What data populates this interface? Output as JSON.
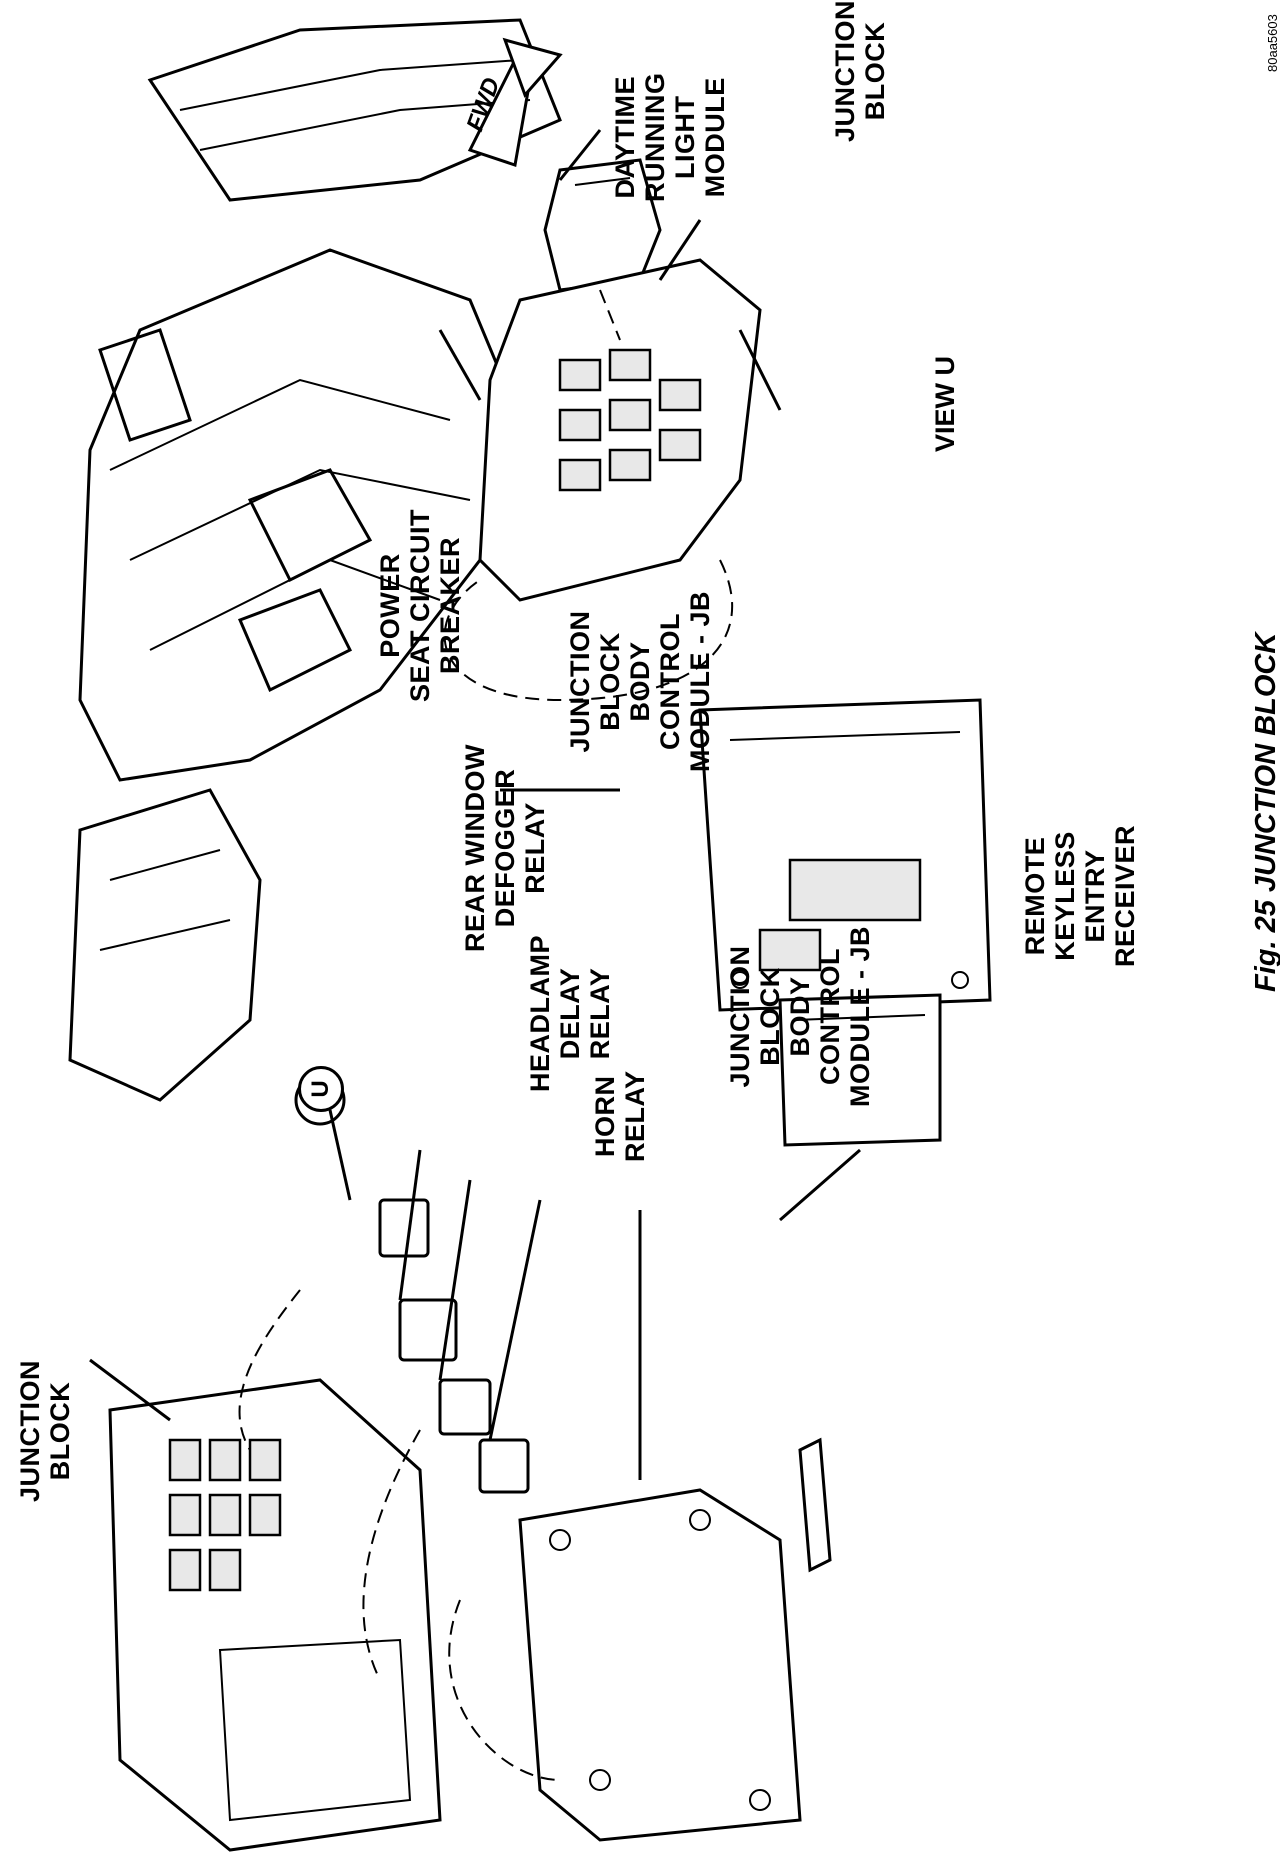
{
  "figure": {
    "caption": "Fig. 25 JUNCTION BLOCK",
    "image_code": "80aa5603",
    "view_label": "VIEW U",
    "fwd_label": "FWD",
    "callout_letter": "U"
  },
  "labels": {
    "junction_block_top": [
      "JUNCTION",
      "BLOCK"
    ],
    "daytime_running_light_module": [
      "DAYTIME",
      "RUNNING",
      "LIGHT",
      "MODULE"
    ],
    "junction_block_left": [
      "JUNCTION",
      "BLOCK"
    ],
    "power_seat_circuit_breaker": [
      "POWER",
      "SEAT CIRCUIT",
      "BREAKER"
    ],
    "rear_window_defogger_relay": [
      "REAR WINDOW",
      "DEFOGGER",
      "RELAY"
    ],
    "headlamp_delay_relay": [
      "HEADLAMP",
      "DELAY",
      "RELAY"
    ],
    "horn_relay": [
      "HORN",
      "RELAY"
    ],
    "jb_body_control_module_center": [
      "JUNCTION",
      "BLOCK",
      "BODY",
      "CONTROL",
      "MODULE - JB"
    ],
    "jb_body_control_module_bottom": [
      "JUNCTION",
      "BLOCK",
      "BODY",
      "CONTROL",
      "MODULE - JB"
    ],
    "remote_keyless_entry_receiver": [
      "REMOTE",
      "KEYLESS",
      "ENTRY",
      "RECEIVER"
    ]
  }
}
